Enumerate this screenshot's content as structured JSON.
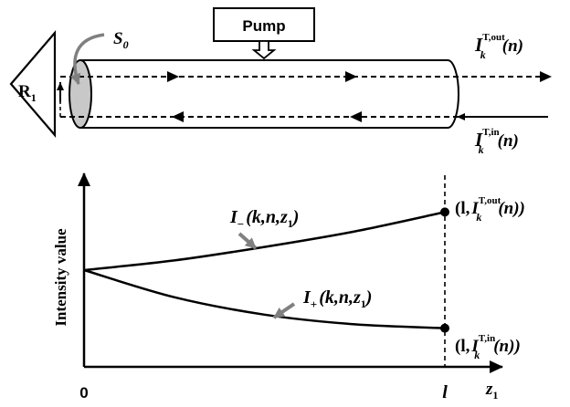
{
  "pump": {
    "label": "Pump"
  },
  "mirror": {
    "label": "R",
    "sub": "1"
  },
  "facet": {
    "label": "S",
    "sub": "0"
  },
  "output_label": {
    "main": "I",
    "sub": "k",
    "sup": "T,out",
    "arg": "(n)"
  },
  "input_label": {
    "main": "I",
    "sub": "k",
    "sup": "T,in",
    "arg": "(n)"
  },
  "graph": {
    "ylabel": "Intensity value",
    "origin_tick": "0",
    "l_tick": "l",
    "xaxis_main": "z",
    "xaxis_sub": "1",
    "minus_curve": {
      "main": "I",
      "sub": "−",
      "args": "(k,n,z",
      "args_sub": "1",
      "args_end": ")"
    },
    "plus_curve": {
      "main": "I",
      "sub": "+",
      "args": "(k,n,z",
      "args_sub": "1",
      "args_end": ")"
    },
    "top_point": {
      "open": "(l,",
      "main": "I",
      "sub": "k",
      "sup": "T,out",
      "close": "(n))"
    },
    "bottom_point": {
      "open": "(l,",
      "main": "I",
      "sub": "k",
      "sup": "T,in",
      "close": "(n))"
    }
  },
  "chart_data": {
    "type": "line",
    "xlabel": "z1",
    "ylabel": "Intensity value",
    "x_ticks": [
      "0",
      "l"
    ],
    "series": [
      {
        "name": "I−(k,n,z1)",
        "trend": "increasing",
        "x": [
          0,
          0.25,
          0.5,
          0.75,
          1
        ],
        "y": [
          0.5,
          0.55,
          0.62,
          0.7,
          0.8
        ]
      },
      {
        "name": "I+(k,n,z1)",
        "trend": "decreasing",
        "x": [
          0,
          0.25,
          0.5,
          0.75,
          1
        ],
        "y": [
          0.5,
          0.36,
          0.27,
          0.22,
          0.2
        ]
      }
    ]
  }
}
